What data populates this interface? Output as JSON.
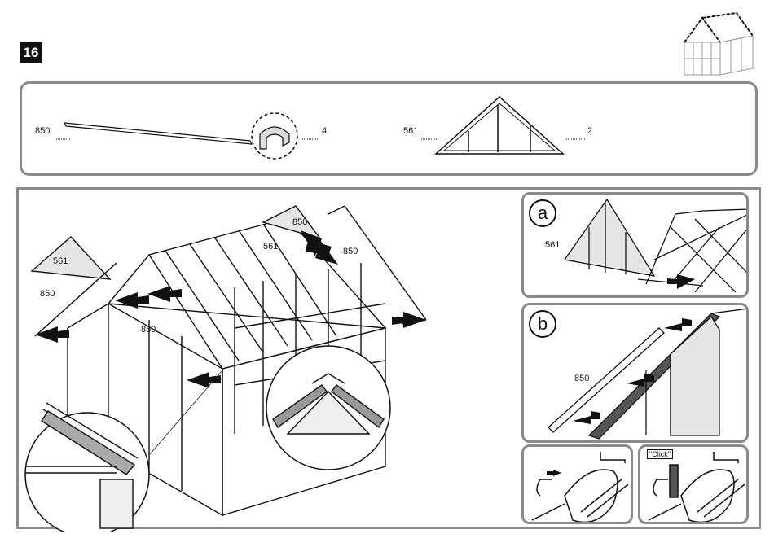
{
  "step": {
    "number": "16"
  },
  "parts": [
    {
      "part_number": "850",
      "quantity": "4"
    },
    {
      "part_number": "561",
      "quantity": "2"
    }
  ],
  "main_labels": {
    "left_gable_part": "561",
    "left_bar_part": "850",
    "mid_bar_part": "850",
    "top_bar_part": "850",
    "right_gable_part": "561",
    "right_bar_part": "850"
  },
  "detail_a": {
    "letter": "a",
    "part": "561"
  },
  "detail_b": {
    "letter": "b",
    "part": "850"
  },
  "detail_c": {
    "click_text": "\"Click\""
  }
}
